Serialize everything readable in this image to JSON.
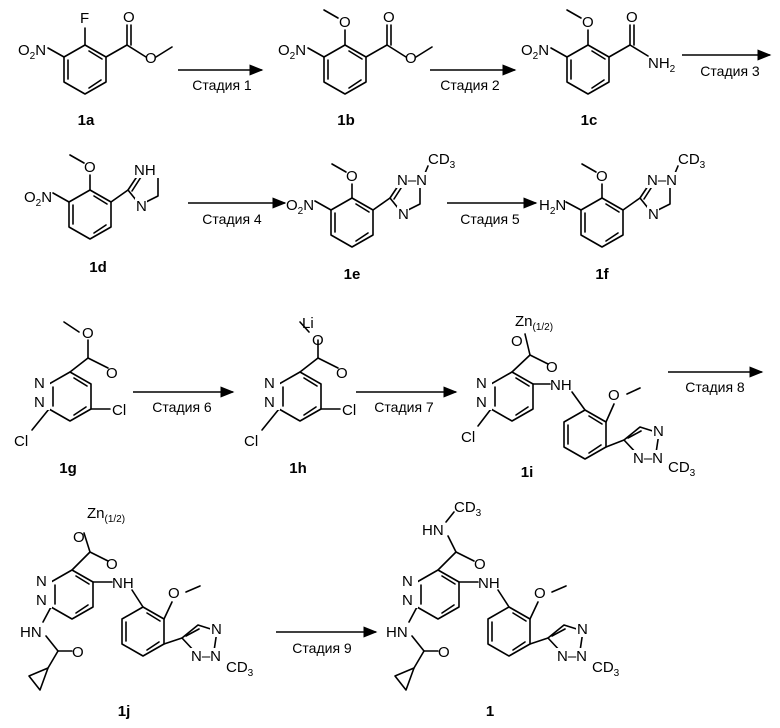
{
  "compounds": {
    "c1a": "1a",
    "c1b": "1b",
    "c1c": "1c",
    "c1d": "1d",
    "c1e": "1e",
    "c1f": "1f",
    "c1g": "1g",
    "c1h": "1h",
    "c1i": "1i",
    "c1j": "1j",
    "c1": "1"
  },
  "stages": {
    "s1": "Стадия 1",
    "s2": "Стадия 2",
    "s3": "Стадия 3",
    "s4": "Стадия 4",
    "s5": "Стадия 5",
    "s6": "Стадия 6",
    "s7": "Стадия 7",
    "s8": "Стадия 8",
    "s9": "Стадия 9"
  },
  "atoms": {
    "F": "F",
    "O": "O",
    "N": "N",
    "Cl": "Cl",
    "Li": "Li",
    "H": "H",
    "NO2": "O",
    "no2_sub": "2",
    "NH2": "NH",
    "nh2_sub": "2",
    "H2N": "H",
    "h2n_sub": "2",
    "h2n_N": "N",
    "NH": "NH",
    "HN": "HN",
    "CD3": "CD",
    "cd3_sub": "3",
    "Zn": "Zn",
    "zn_sub": "(1/2)"
  }
}
